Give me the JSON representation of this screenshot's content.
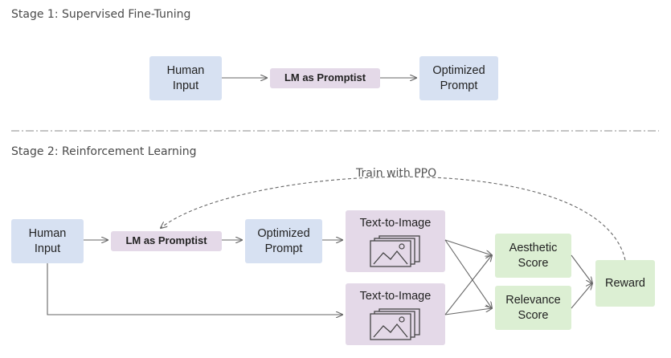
{
  "stage1": {
    "title": "Stage 1: Supervised Fine-Tuning",
    "human_input": "Human\nInput",
    "promptist": "LM as Promptist",
    "optimized": "Optimized\nPrompt"
  },
  "stage2": {
    "title": "Stage 2: Reinforcement Learning",
    "human_input": "Human\nInput",
    "promptist": "LM as Promptist",
    "optimized": "Optimized\nPrompt",
    "t2i_top": "Text-to-Image",
    "t2i_bottom": "Text-to-Image",
    "aesthetic": "Aesthetic\nScore",
    "relevance": "Relevance\nScore",
    "reward": "Reward",
    "ppo_label": "Train with PPO"
  },
  "icons": {
    "image_stack": "image-stack-icon"
  },
  "colors": {
    "input_box": "#d7e1f2",
    "model_box": "#e4d9e8",
    "score_box": "#dcefd3",
    "arrow": "#666666"
  }
}
